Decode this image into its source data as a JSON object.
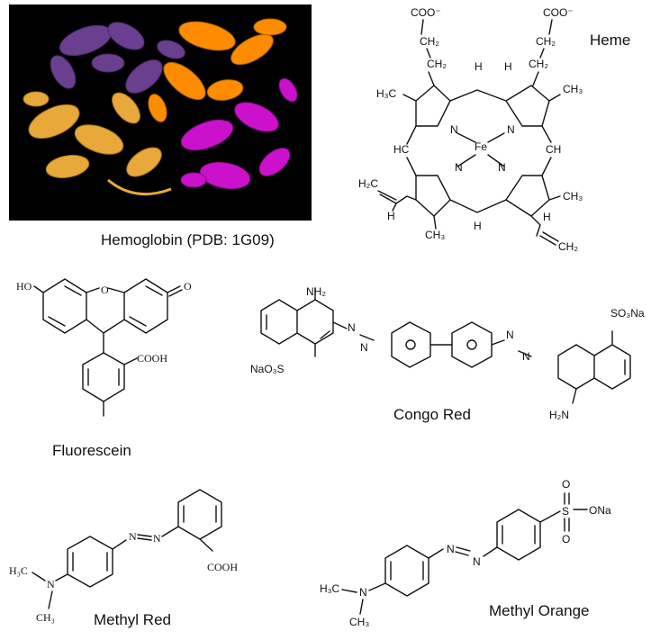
{
  "figure": {
    "hemoglobin": {
      "caption": "Hemoglobin (PDB: 1G09)",
      "colors": {
        "background": "#000000",
        "chain_a": "#6b3f8f",
        "chain_b": "#ff8c00",
        "chain_c": "#e8a93a",
        "chain_d": "#cc11cc"
      }
    },
    "heme": {
      "caption": "Heme",
      "labels": {
        "coo1": "COO⁻",
        "coo2": "COO⁻",
        "ch2a": "CH₂",
        "ch2b": "CH₂",
        "ch2c": "CH₂",
        "ch2d": "CH₂",
        "h3c_left": "H₃C",
        "ch3_right": "CH₃",
        "ch3_right2": "CH₃",
        "ch3_bottom": "CH₃",
        "h_top1": "H",
        "h_top2": "H",
        "h_bottom": "H",
        "hc_left": "HC",
        "ch_right": "CH",
        "n1": "N",
        "n2": "N",
        "n3": "N",
        "n4": "N",
        "fe": "Fe",
        "h2c_left": "H₂C",
        "h_vinyl_left": "H",
        "h_vinyl_right": "H",
        "ch2_vinyl_right": "CH₂"
      }
    },
    "fluorescein": {
      "caption": "Fluorescein",
      "labels": {
        "ho": "HO",
        "o_ring": "O",
        "o_ketone": "O",
        "cooh": "COOH"
      }
    },
    "congo_red": {
      "caption": "Congo Red",
      "labels": {
        "nh2_top": "NH₂",
        "nh2_bottom": "H₂N",
        "so3na_left": "NaO₃S",
        "so3na_right": "SO₃Na",
        "n1": "N",
        "n2": "N",
        "n3": "N",
        "n4": "N"
      }
    },
    "methyl_red": {
      "caption": "Methyl Red",
      "labels": {
        "h3c_top": "H₃C",
        "ch3_bottom": "CH₃",
        "n_amine": "N",
        "n1": "N",
        "n2": "N",
        "cooh": "COOH"
      }
    },
    "methyl_orange": {
      "caption": "Methyl Orange",
      "labels": {
        "h3c": "H₃C",
        "ch3": "CH₃",
        "n_amine": "N",
        "n1": "N",
        "n2": "N",
        "s": "S",
        "o_top": "O",
        "o_bottom": "O",
        "ona": "ONa"
      }
    }
  }
}
